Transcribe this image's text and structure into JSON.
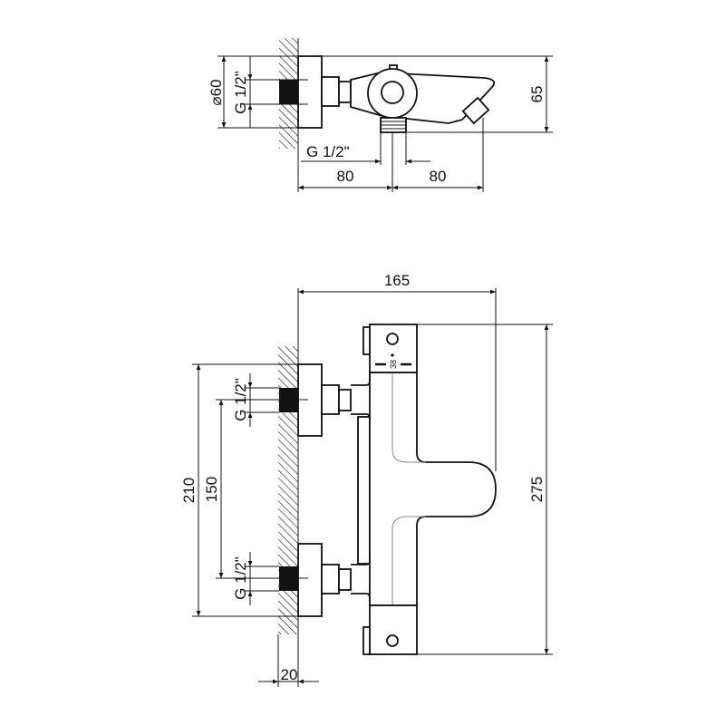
{
  "top_view": {
    "dim_diameter": "⌀60",
    "dim_inlet_thread": "G 1/2\"",
    "dim_outlet_thread": "G 1/2\"",
    "dim_left_80": "80",
    "dim_right_80": "80",
    "dim_height": "65"
  },
  "front_view": {
    "dim_width": "165",
    "dim_height": "275",
    "dim_210": "210",
    "dim_150": "150",
    "dim_upper_thread": "G 1/2\"",
    "dim_lower_thread": "G 1/2\"",
    "dim_wall": "20",
    "temp_mark": "38"
  }
}
